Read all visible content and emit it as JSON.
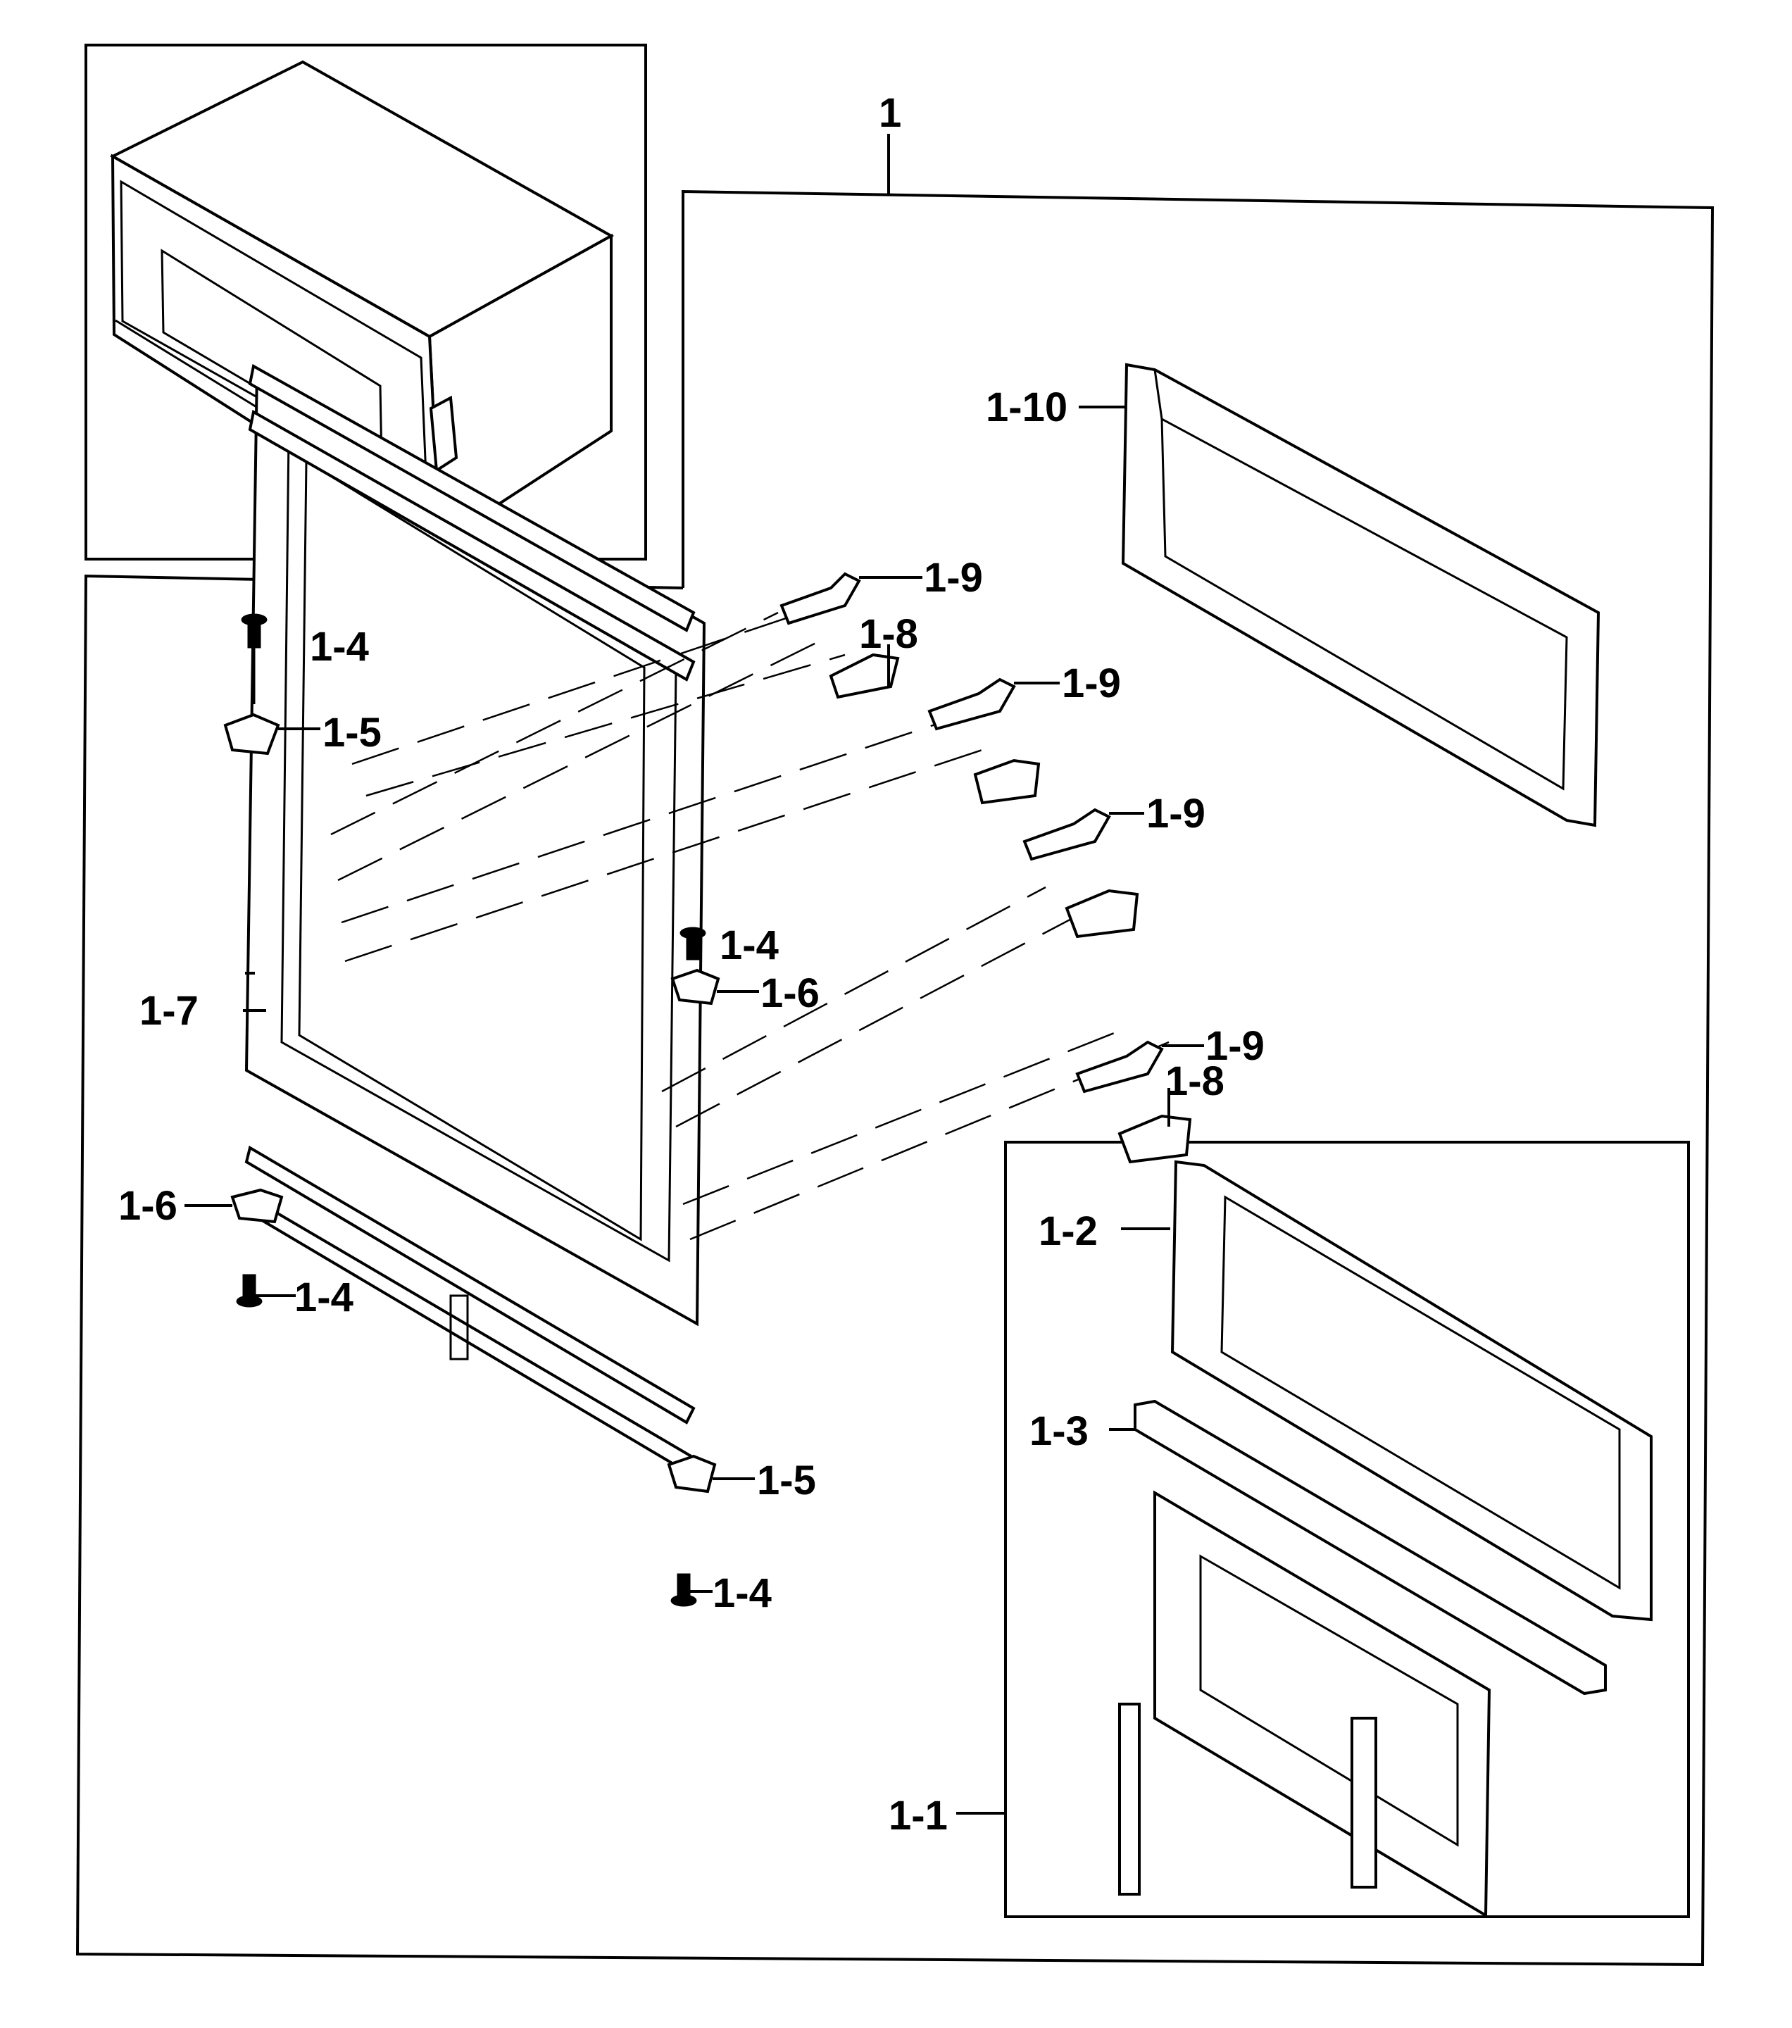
{
  "labels": {
    "assembly": "1",
    "door_1_1": "1-1",
    "cover_1_2": "1-2",
    "trim_1_3": "1-3",
    "screw_1_4_a": "1-4",
    "screw_1_4_b": "1-4",
    "screw_1_4_c": "1-4",
    "screw_1_4_d": "1-4",
    "hinge_1_5_top": "1-5",
    "hinge_1_5_bottom": "1-5",
    "hinge_1_6_mid": "1-6",
    "hinge_1_6_left": "1-6",
    "frame_1_7": "1-7",
    "link_1_8_top": "1-8",
    "link_1_8_bottom": "1-8",
    "latch_1_9_a": "1-9",
    "latch_1_9_b": "1-9",
    "latch_1_9_c": "1-9",
    "latch_1_9_d": "1-9",
    "choke_1_10": "1-10"
  }
}
